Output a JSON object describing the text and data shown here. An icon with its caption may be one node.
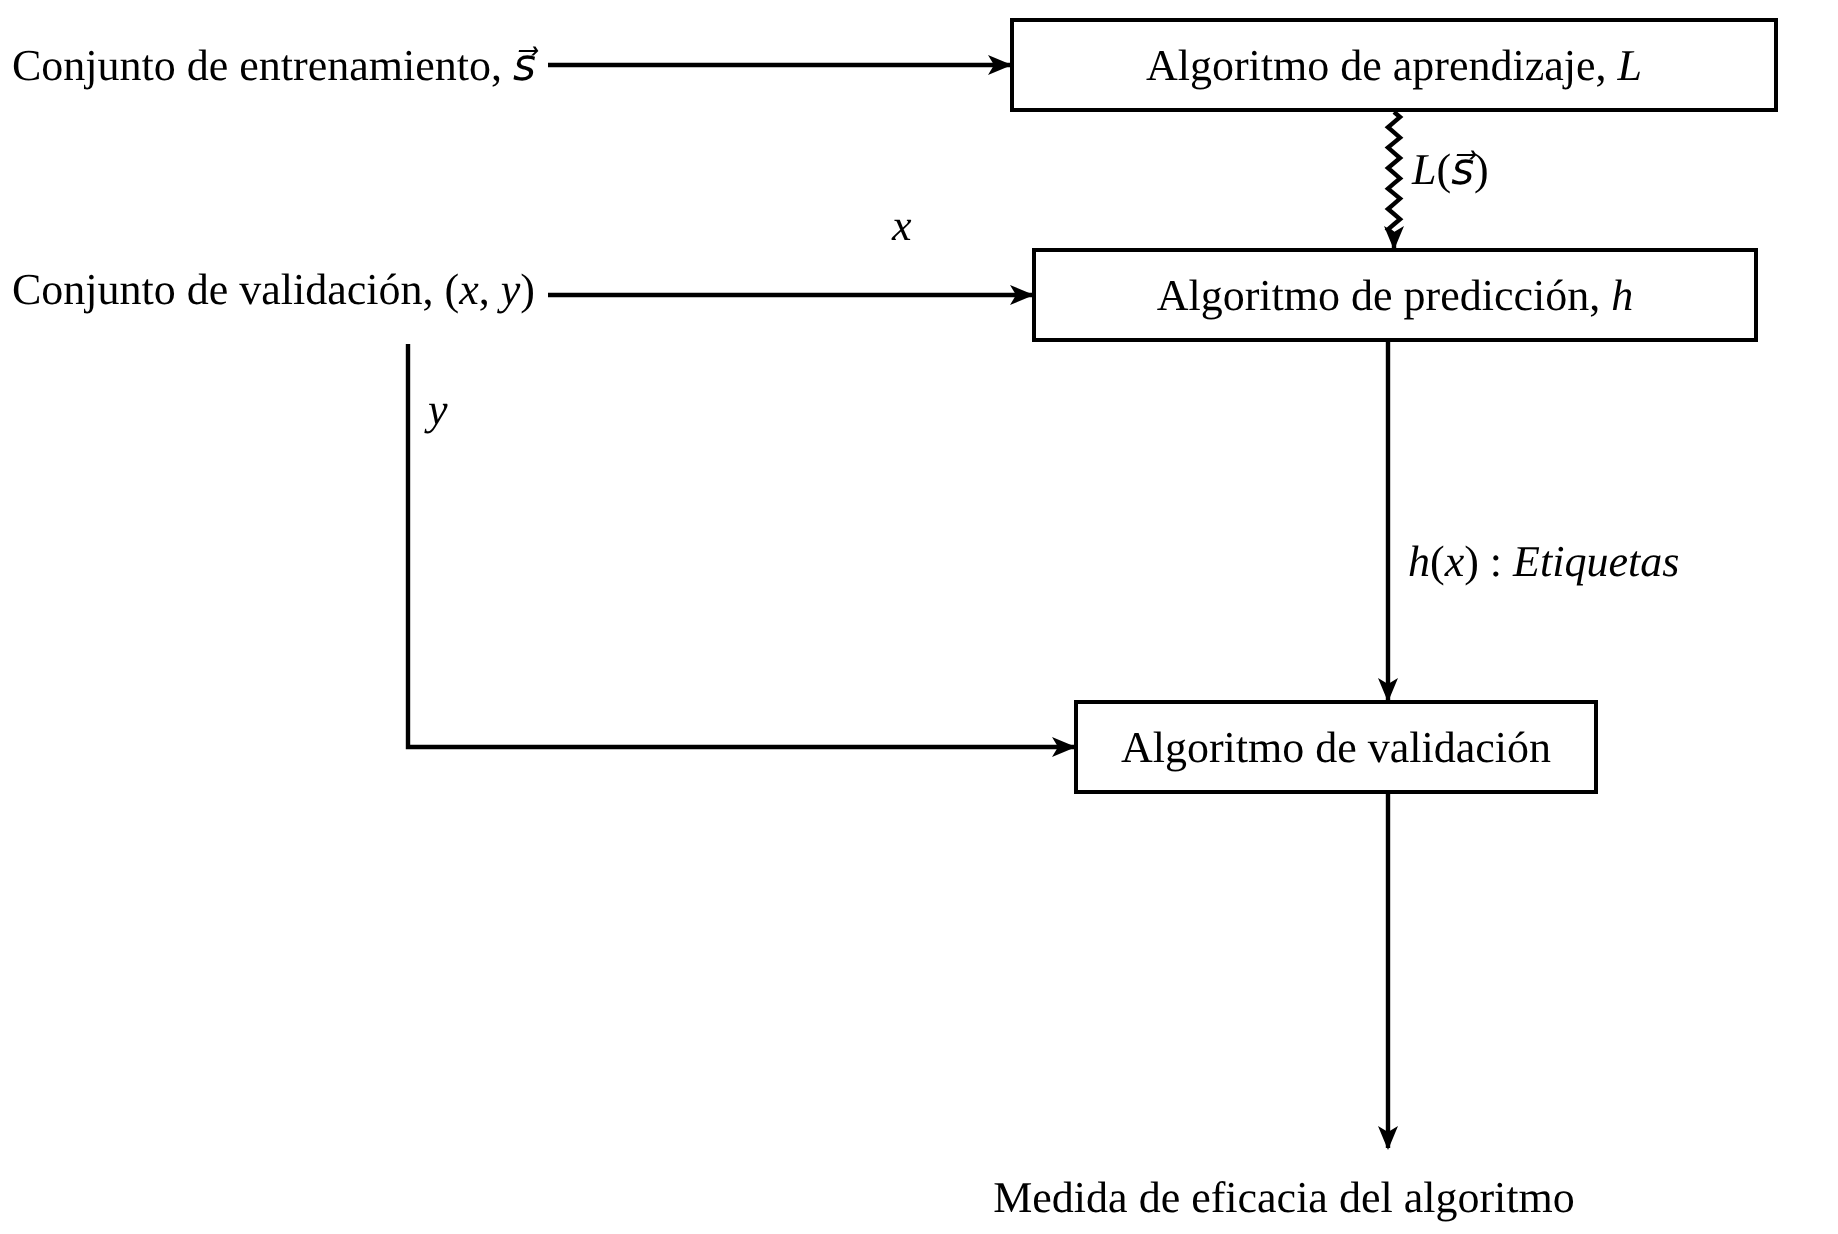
{
  "diagram": {
    "nodes": [
      {
        "text": [
          "Conjunto de entrenamiento, *s⃗*"
        ]
      },
      {
        "text": [
          "Algoritmo de aprendizaje, *L*"
        ]
      },
      {
        "text": [
          "Conjunto de validación, (*x*, *y*)"
        ]
      },
      {
        "text": [
          "Algoritmo de predicción, *h*"
        ]
      },
      {
        "text": [
          "Algoritmo de validación"
        ]
      },
      {
        "text": [
          "Medida de eficacia del algoritmo"
        ]
      }
    ],
    "edges": [
      {
        "from": 0,
        "to": 1,
        "arrow": "to"
      },
      {
        "from": 1,
        "to": 3,
        "arrow": "to",
        "label": "*L*(*s⃗*)"
      },
      {
        "from": 2,
        "to": 3,
        "arrow": "to",
        "label": "*x*"
      },
      {
        "from": 2,
        "to": 4,
        "arrow": "to",
        "label": "*y*"
      },
      {
        "from": 3,
        "to": 4,
        "arrow": "to",
        "label": "*h*(*x*) : *Etiquetas*"
      },
      {
        "from": 4,
        "to": 5,
        "arrow": "to"
      }
    ]
  }
}
